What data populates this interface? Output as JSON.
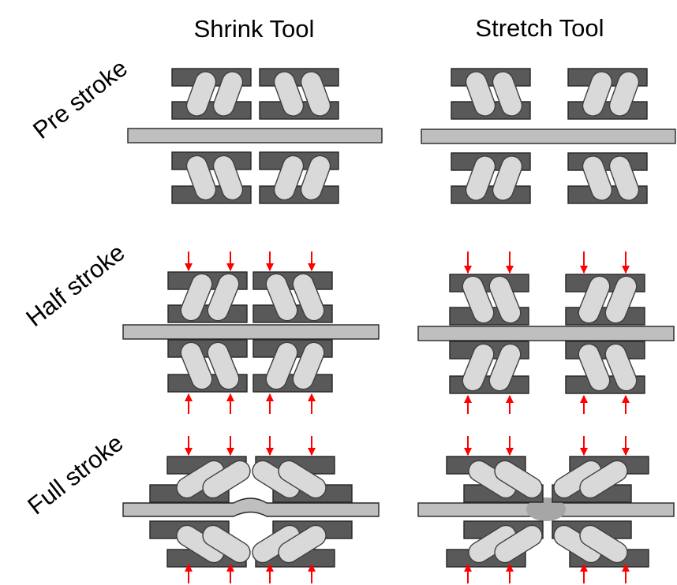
{
  "columns": {
    "shrink": "Shrink Tool",
    "stretch": "Stretch Tool"
  },
  "rows": {
    "pre": "Pre stroke",
    "half": "Half stroke",
    "full": "Full stroke"
  },
  "colors": {
    "block": "#595959",
    "pad": "#d9d9d9",
    "workpiece": "#bfbfbf",
    "arrow": "#ff0000"
  }
}
